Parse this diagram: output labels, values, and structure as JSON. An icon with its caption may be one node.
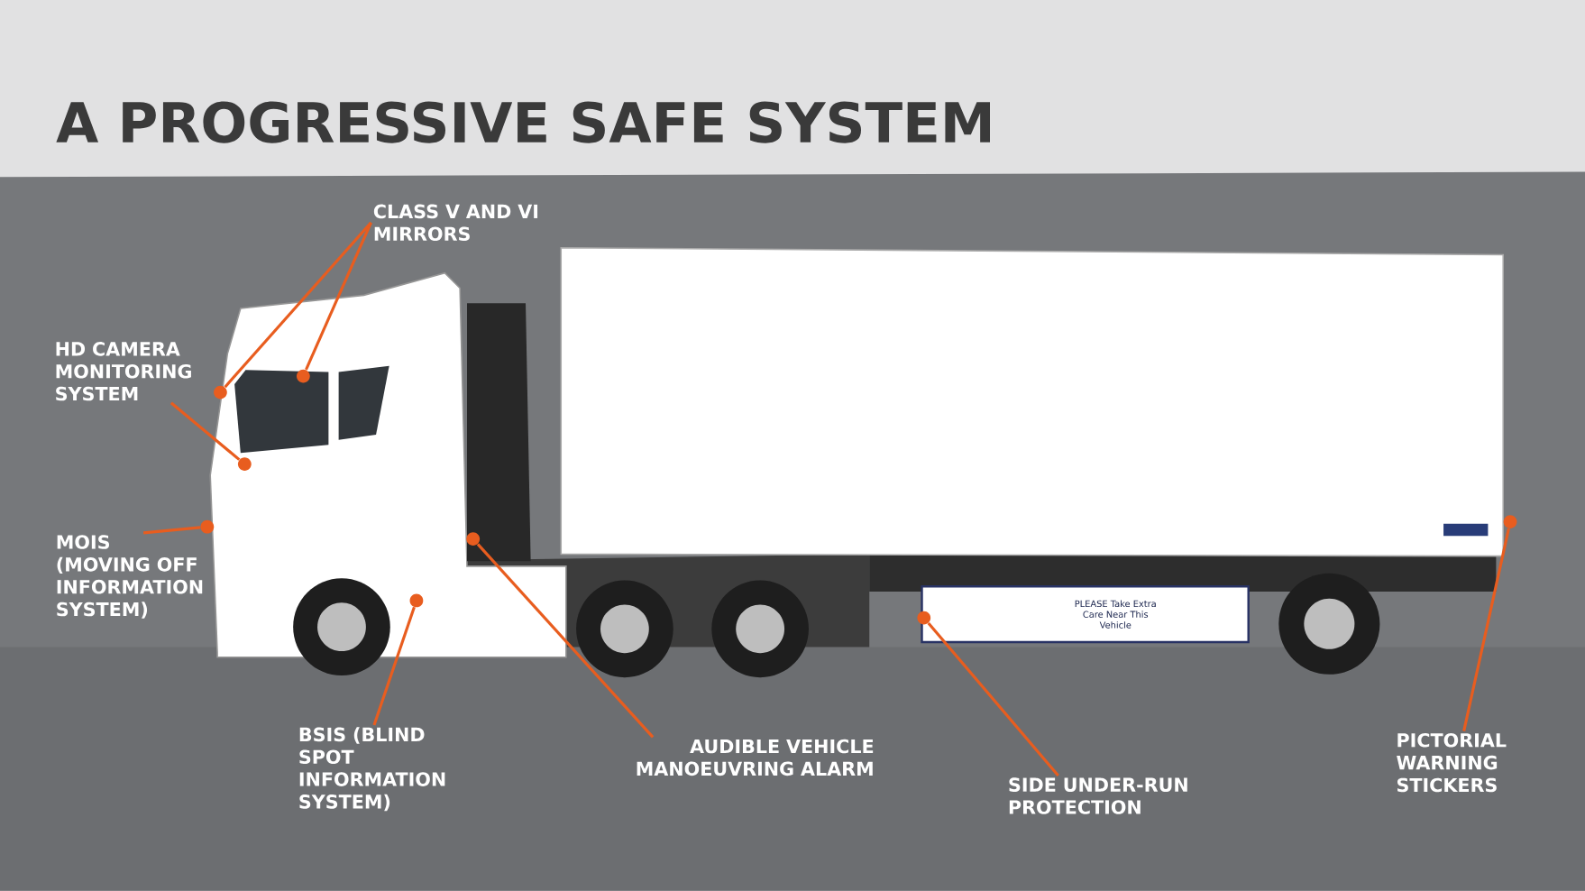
{
  "diagram": {
    "title": "A PROGRESSIVE SAFE SYSTEM",
    "nodes": [
      {
        "text": [
          "CLASS V AND VI MIRRORS"
        ]
      },
      {
        "text": [
          "HD CAMERA MONITORING SYSTEM"
        ]
      },
      {
        "text": [
          "MOIS (MOVING OFF INFORMATION SYSTEM)"
        ]
      },
      {
        "text": [
          "BSIS (BLIND SPOT INFORMATION SYSTEM)"
        ]
      },
      {
        "text": [
          "AUDIBLE VEHICLE MANOEUVRING ALARM"
        ]
      },
      {
        "text": [
          "SIDE UNDER-RUN PROTECTION"
        ]
      },
      {
        "text": [
          "PICTORIAL WARNING STICKERS"
        ]
      },
      {
        "text": [
          "PLEASE Take Extra Care Near This Vehicle"
        ]
      },
      {
        "text": [],
        "shape": "circle"
      },
      {
        "text": [],
        "shape": "circle"
      },
      {
        "text": [],
        "shape": "circle"
      },
      {
        "text": [],
        "shape": "circle"
      },
      {
        "text": [],
        "shape": "circle"
      },
      {
        "text": [],
        "shape": "circle"
      },
      {
        "text": [],
        "shape": "circle"
      },
      {
        "text": [],
        "shape": "circle"
      }
    ],
    "edges": [
      {
        "from": 0,
        "to": 11,
        "arrow": "none"
      },
      {
        "from": 0,
        "to": 9,
        "arrow": "none"
      },
      {
        "from": 1,
        "to": 10,
        "arrow": "none"
      },
      {
        "from": 2,
        "to": 8,
        "arrow": "none"
      },
      {
        "from": 3,
        "to": 12,
        "arrow": "none"
      },
      {
        "from": 4,
        "to": 13,
        "arrow": "none"
      },
      {
        "from": 5,
        "to": 14,
        "arrow": "none"
      },
      {
        "from": 6,
        "to": 15,
        "arrow": "none"
      }
    ]
  }
}
